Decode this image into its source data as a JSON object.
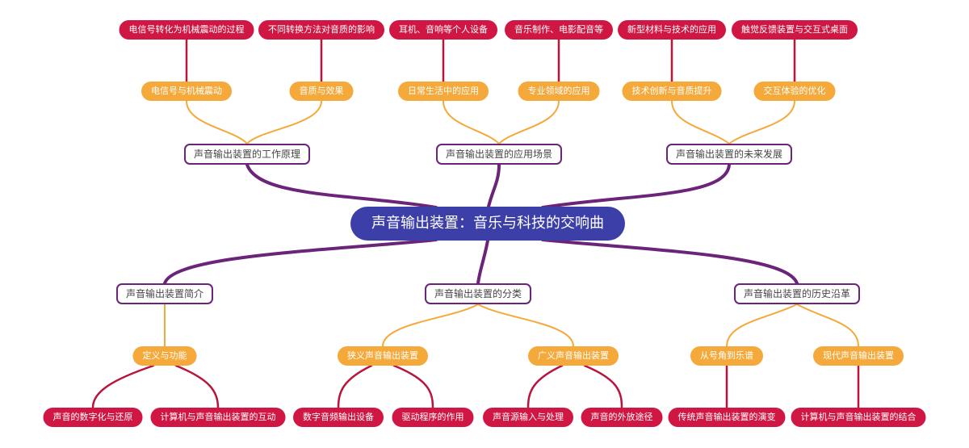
{
  "root": {
    "label": "声音输出装置：音乐与科技的交响曲"
  },
  "branches": [
    {
      "label": "声音输出装置的工作原理",
      "children": [
        {
          "label": "电信号与机械震动",
          "children": [
            {
              "label": "电信号转化为机械震动的过程"
            }
          ]
        },
        {
          "label": "音质与效果",
          "children": [
            {
              "label": "不同转换方法对音质的影响"
            }
          ]
        }
      ]
    },
    {
      "label": "声音输出装置的应用场景",
      "children": [
        {
          "label": "日常生活中的应用",
          "children": [
            {
              "label": "耳机、音响等个人设备"
            }
          ]
        },
        {
          "label": "专业领域的应用",
          "children": [
            {
              "label": "音乐制作、电影配音等"
            }
          ]
        }
      ]
    },
    {
      "label": "声音输出装置的未来发展",
      "children": [
        {
          "label": "技术创新与音质提升",
          "children": [
            {
              "label": "新型材料与技术的应用"
            }
          ]
        },
        {
          "label": "交互体验的优化",
          "children": [
            {
              "label": "触觉反馈装置与交互式桌面"
            }
          ]
        }
      ]
    },
    {
      "label": "声音输出装置简介",
      "children": [
        {
          "label": "定义与功能",
          "children": [
            {
              "label": "声音的数字化与还原"
            },
            {
              "label": "计算机与声音输出装置的互动"
            }
          ]
        }
      ]
    },
    {
      "label": "声音输出装置的分类",
      "children": [
        {
          "label": "狭义声音输出装置",
          "children": [
            {
              "label": "数字音频输出设备"
            },
            {
              "label": "驱动程序的作用"
            }
          ]
        },
        {
          "label": "广义声音输出装置",
          "children": [
            {
              "label": "声音源输入与处理"
            },
            {
              "label": "声音的外放途径"
            }
          ]
        }
      ]
    },
    {
      "label": "声音输出装置的历史沿革",
      "children": [
        {
          "label": "从号角到乐谱",
          "children": [
            {
              "label": "传统声音输出装置的演变"
            }
          ]
        },
        {
          "label": "现代声音输出装置",
          "children": [
            {
              "label": "计算机与声音输出装置的结合"
            }
          ]
        }
      ]
    }
  ],
  "colors": {
    "root_fill": "#3d3fa8",
    "branch_border": "#6b2479",
    "branch_link": "#6b2479",
    "sub_fill": "#f4a93a",
    "sub_link": "#f4a93a",
    "leaf_fill": "#d01743",
    "leaf_link": "#b8143c"
  }
}
